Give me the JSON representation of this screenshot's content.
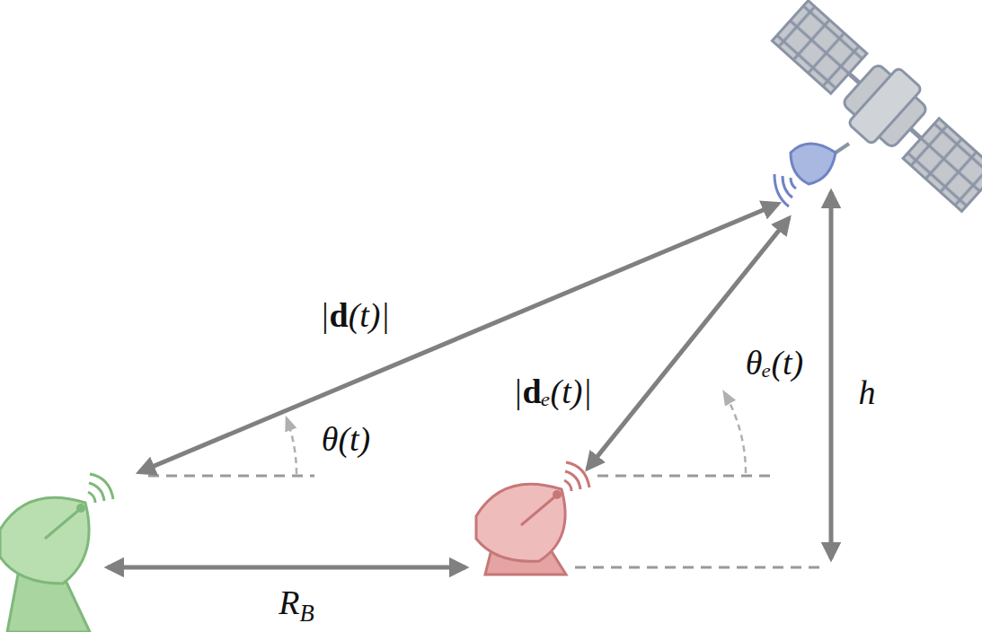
{
  "diagram": {
    "labels": [
      "|d(t)|",
      "θ(t)",
      "|dₑ(t)|",
      "θₑ(t)",
      "h",
      "RB"
    ]
  }
}
